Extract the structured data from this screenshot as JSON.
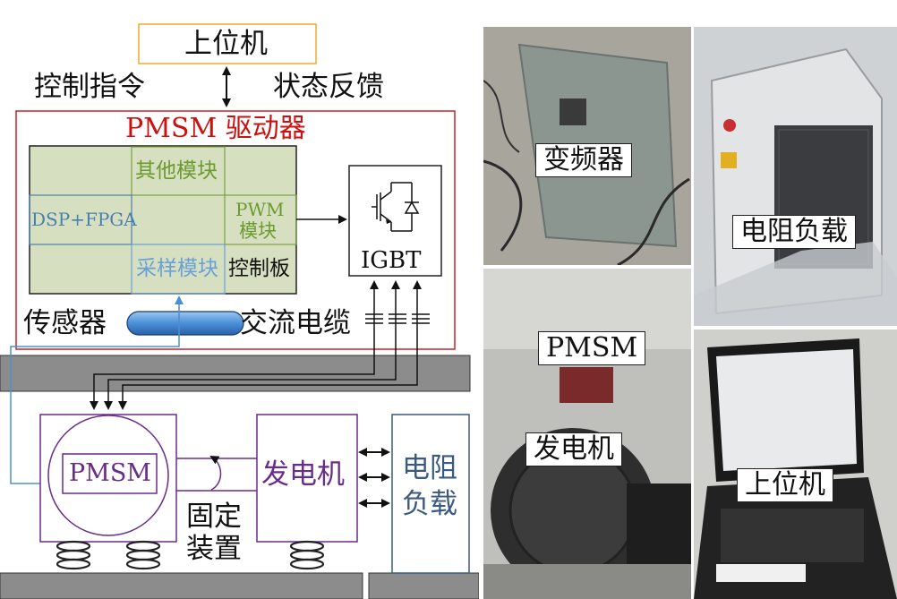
{
  "diagram": {
    "host_pc": "上位机",
    "control_command": "控制指令",
    "status_feedback": "状态反馈",
    "driver_title": "PMSM 驱动器",
    "other_modules": "其他模块",
    "dsp_fpga": "DSP+FPGA",
    "pwm_line1": "PWM",
    "pwm_line2": "模块",
    "sampling_module": "采样模块",
    "control_board": "控制板",
    "igbt": "IGBT",
    "sensor": "传感器",
    "ac_cable": "交流电缆",
    "pmsm": "PMSM",
    "generator": "发电机",
    "fixture_line1": "固定",
    "fixture_line2": "装置",
    "resistive_load_line1": "电阻",
    "resistive_load_line2": "负载"
  },
  "photos": {
    "inverter_label": "变频器",
    "resistive_load_label": "电阻负载",
    "pmsm_label": "PMSM",
    "generator_label": "发电机",
    "host_pc_label": "上位机"
  },
  "colors": {
    "host_box_border": "#f0a830",
    "driver_border": "#cc2222",
    "driver_title": "#cc1111",
    "control_board_fill": "#d6e0c0",
    "module_green": "#6b9a2e",
    "module_blue": "#4a7fb0",
    "purple": "#6a2c8a",
    "load_blue": "#3a5a80",
    "base_gray": "#8c8c8c"
  }
}
